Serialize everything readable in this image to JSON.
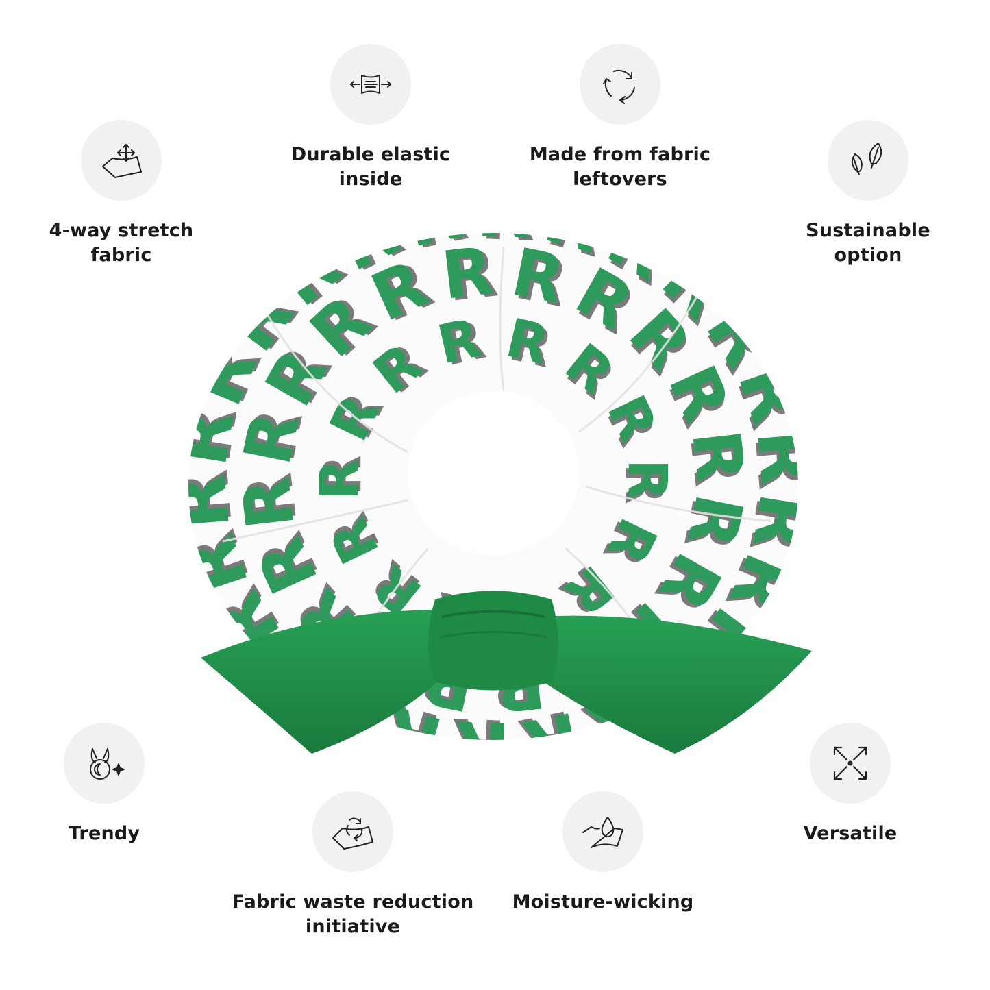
{
  "features": {
    "durable_elastic": {
      "label": "Durable elastic\ninside",
      "icon": "stretch-arrows-icon"
    },
    "fabric_leftovers": {
      "label": "Made from fabric\nleftovers",
      "icon": "recycle-arrows-icon"
    },
    "four_way_stretch": {
      "label": "4-way stretch\nfabric",
      "icon": "fabric-move-arrows-icon"
    },
    "sustainable": {
      "label": "Sustainable\noption",
      "icon": "leaves-icon"
    },
    "trendy": {
      "label": "Trendy",
      "icon": "cat-sparkle-icon"
    },
    "versatile": {
      "label": "Versatile",
      "icon": "expand-arrows-icon"
    },
    "waste_reduction": {
      "label": "Fabric waste reduction\ninitiative",
      "icon": "fabric-recycle-icon"
    },
    "moisture_wicking": {
      "label": "Moisture-wicking",
      "icon": "water-drop-fabric-icon"
    }
  },
  "product": {
    "name": "scrunchie",
    "pattern_letter": "R",
    "colors": {
      "base": "#ffffff",
      "letter_green": "#2e9a5c",
      "letter_grey": "#7a7a7a",
      "bow": "#1f8a45"
    }
  }
}
